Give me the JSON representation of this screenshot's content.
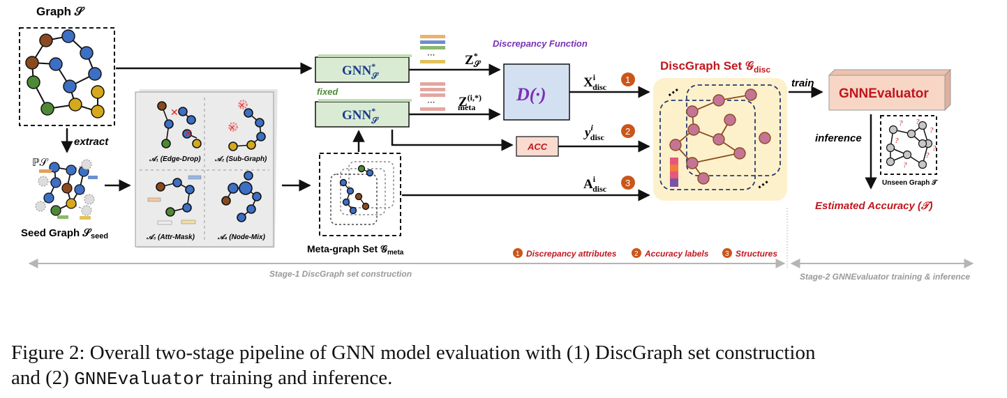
{
  "graph_title": "Graph 𝒮",
  "extract_label": "extract",
  "ps_label": "ℙ𝒮",
  "seed_graph_label": "Seed Graph 𝒮",
  "seed_sub": "seed",
  "aug_labels": [
    "𝒜₁ (Edge-Drop)",
    "𝒜₂ (Sub-Graph)",
    "𝒜₃ (Attr-Mask)",
    "𝒜₄ (Node-Mix)"
  ],
  "gnn_label": "GNN",
  "gnn_sup": "*",
  "gnn_sub": "𝒮",
  "fixed_label": "fixed",
  "z_s_label": "Z",
  "z_meta_label": "Z",
  "z_meta_sup": "(i,*)",
  "z_meta_sub": "meta",
  "dots": "···",
  "discrepancy_function_label": "Discrepancy Function",
  "d_label": "D(·)",
  "acc_label": "ACC",
  "meta_graph_set_label": "Meta-graph Set 𝒢",
  "meta_sub": "meta",
  "x_disc": "X",
  "y_disc": "y",
  "a_disc": "A",
  "sup_i": "i",
  "sub_disc": "disc",
  "badges": [
    "1",
    "2",
    "3"
  ],
  "discgraph_set_label": "DiscGraph Set 𝒢",
  "train_label": "train",
  "gnnevaluator_label": "GNNEvaluator",
  "inference_label": "inference",
  "unseen_graph_label": "Unseen Graph 𝒯",
  "estimated_accuracy_label": "Estimated  Accuracy (𝒯)",
  "legend": [
    "Discrepancy attributes",
    "Accuracy labels",
    "Structures"
  ],
  "stage1_label": "Stage-1 DiscGraph set construction",
  "stage2_label": "Stage-2 GNNEvaluator training & inference",
  "caption": {
    "prefix": "Figure 2: Overall two-stage pipeline of GNN model evaluation with (1) DiscGraph set construction",
    "line2_pre": "and (2) ",
    "line2_mono": "GNNEvaluator",
    "line2_post": " training and inference."
  },
  "colors": {
    "gnn_box": "#d9ecd3",
    "d_box": "#d3e0f1",
    "acc_box": "#fadbd0",
    "gnnevaluator_box": "#f7d6c6",
    "discgraph_bg": "#fdf1cc",
    "red_text": "#c0161e",
    "purple_text": "#7a2fb7",
    "badge": "#c9561a",
    "node_blue": "#3d6fc4",
    "node_brown": "#8a4a1f",
    "node_green": "#4e8a36",
    "node_gold": "#d6a91c",
    "node_pink": "#c47596"
  }
}
